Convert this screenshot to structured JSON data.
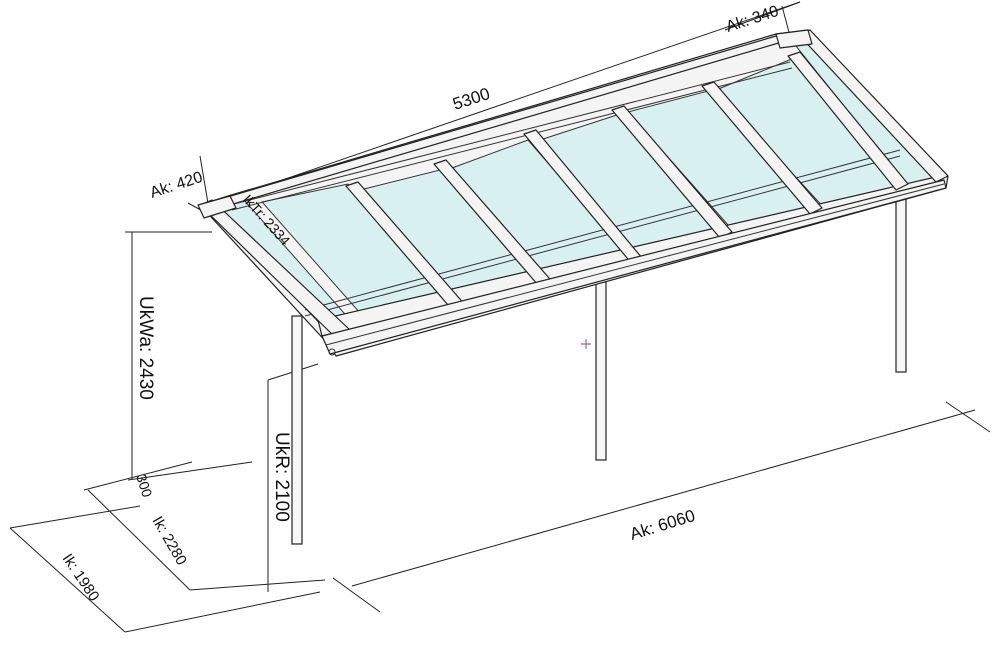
{
  "colors": {
    "glass": "#d9f0f1",
    "frame": "#f4f4f4",
    "line": "#222222",
    "marker": "#c0392b",
    "background": "#ffffff"
  },
  "dimensions": {
    "top_length": "5300",
    "ak_right": "Ak: 340",
    "ak_left": "Ak: 420",
    "rafter_length": "IkTr: 2334",
    "wall_height": "UkWa: 2430",
    "front_height": "UkR: 2100",
    "slope_drop": "300",
    "front_width": "Ak: 6060",
    "depth_outer": "Ik: 2280",
    "depth_inner": "Ik: 1980"
  }
}
